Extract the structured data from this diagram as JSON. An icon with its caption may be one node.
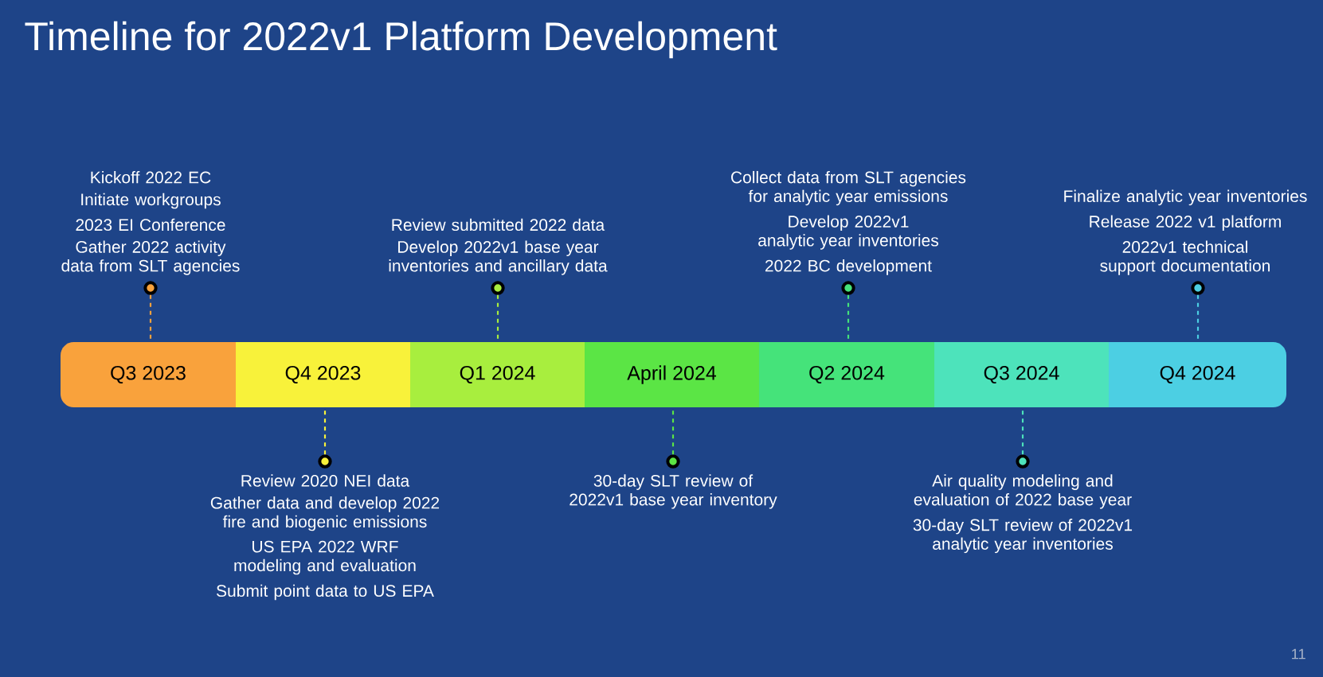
{
  "diagram": {
    "title": "Timeline for 2022v1 Platform Development",
    "nodes": [
      {
        "text": [
          "Q3 2023"
        ]
      },
      {
        "text": [
          "Q4 2023"
        ]
      },
      {
        "text": [
          "Q1 2024"
        ]
      },
      {
        "text": [
          "April 2024"
        ]
      },
      {
        "text": [
          "Q2 2024"
        ]
      },
      {
        "text": [
          "Q3 2024"
        ]
      },
      {
        "text": [
          "Q4 2024"
        ]
      },
      {
        "text": [],
        "shape": "circle",
        "beside": [
          "Kickoff 2022 EC",
          "Initiate workgroups",
          "2023 EI Conference",
          "Gather 2022 activity data from SLT agencies"
        ]
      },
      {
        "text": [],
        "shape": "circle",
        "beside": [
          "Review 2020 NEI data",
          "Gather data and develop 2022 fire and biogenic emissions",
          "US EPA 2022 WRF modeling and evaluation",
          "Submit point data to US EPA"
        ]
      },
      {
        "text": [],
        "shape": "circle",
        "beside": [
          "Review submitted 2022 data",
          "Develop 2022v1 base year inventories and ancillary data"
        ]
      },
      {
        "text": [],
        "shape": "circle",
        "beside": [
          "30-day SLT review of 2022v1 base year inventory"
        ]
      },
      {
        "text": [],
        "shape": "circle",
        "beside": [
          "Collect data from SLT agencies for analytic year emissions",
          "Develop 2022v1 analytic year inventories",
          "2022 BC development"
        ]
      },
      {
        "text": [],
        "shape": "circle",
        "beside": [
          "Air quality modeling and evaluation of 2022 base year",
          "30-day SLT review of 2022v1 analytic year inventories"
        ]
      },
      {
        "text": [],
        "shape": "circle",
        "beside": [
          "Finalize analytic year inventories",
          "Release 2022 v1 platform",
          "2022v1 technical support documentation"
        ]
      }
    ],
    "edges": [
      {
        "from": 7,
        "to": 0,
        "arrow": "none",
        "style": "dashed",
        "color": "#f9a23c"
      },
      {
        "from": 8,
        "to": 1,
        "arrow": "none",
        "style": "dashed",
        "color": "#f8f23a"
      },
      {
        "from": 9,
        "to": 2,
        "arrow": "none",
        "style": "dashed",
        "color": "#a8ee3e"
      },
      {
        "from": 10,
        "to": 3,
        "arrow": "none",
        "style": "dashed",
        "color": "#5be545"
      },
      {
        "from": 11,
        "to": 4,
        "arrow": "none",
        "style": "dashed",
        "color": "#45e37a"
      },
      {
        "from": 12,
        "to": 5,
        "arrow": "none",
        "style": "dashed",
        "color": "#4de3bb"
      },
      {
        "from": 13,
        "to": 6,
        "arrow": "none",
        "style": "dashed",
        "color": "#4ccfe3"
      }
    ],
    "labels": [
      "11"
    ]
  }
}
